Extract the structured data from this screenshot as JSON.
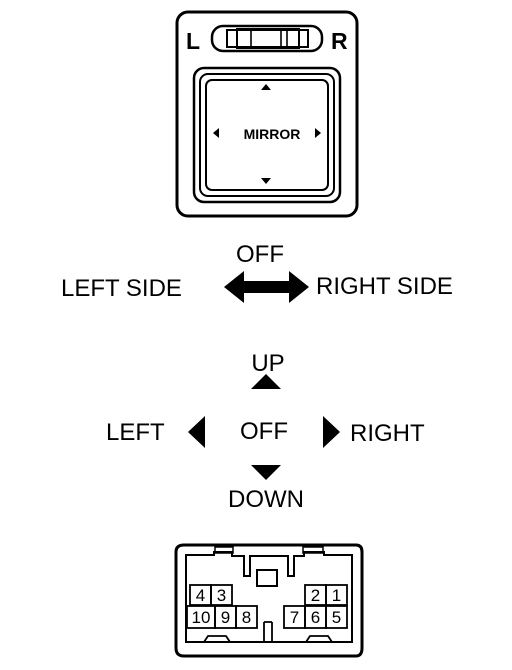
{
  "switch": {
    "left_letter": "L",
    "right_letter": "R",
    "pad_label": "MIRROR"
  },
  "selector": {
    "top": "OFF",
    "left": "LEFT SIDE",
    "right": "RIGHT SIDE"
  },
  "direction": {
    "up": "UP",
    "left": "LEFT",
    "center": "OFF",
    "right": "RIGHT",
    "down": "DOWN"
  },
  "connector": {
    "pins_top_left": [
      "4",
      "3"
    ],
    "pins_top_right": [
      "2",
      "1"
    ],
    "pins_bottom_left": [
      "10",
      "9",
      "8"
    ],
    "pins_bottom_right": [
      "7",
      "6",
      "5"
    ]
  }
}
